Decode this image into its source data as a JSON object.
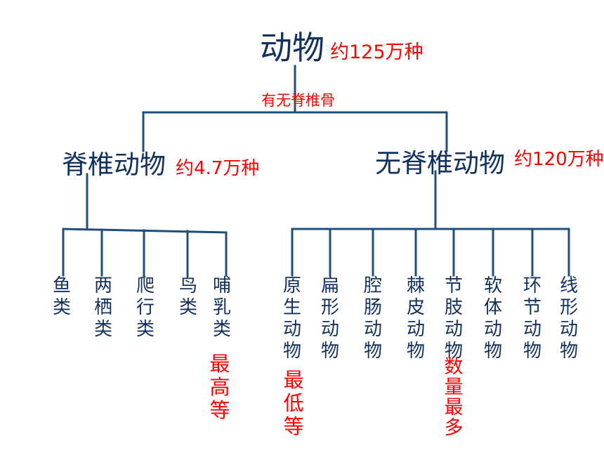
{
  "root": {
    "label": "动物",
    "count": "约125万种"
  },
  "criterion": "有无脊椎骨",
  "vertebrates": {
    "label": "脊椎动物",
    "count": "约4.7万种",
    "children": [
      {
        "text": "鱼类",
        "note": ""
      },
      {
        "text": "两栖类",
        "note": ""
      },
      {
        "text": "爬行类",
        "note": ""
      },
      {
        "text": "鸟类",
        "note": ""
      },
      {
        "text": "哺乳类",
        "note": "最高等"
      }
    ]
  },
  "invertebrates": {
    "label": "无脊椎动物",
    "count": "约120万种",
    "children": [
      {
        "text": "原生动物",
        "note": "最低等"
      },
      {
        "text": "扁形动物",
        "note": ""
      },
      {
        "text": "腔肠动物",
        "note": ""
      },
      {
        "text": "棘皮动物",
        "note": ""
      },
      {
        "text": "节肢动物",
        "note": "数量最多"
      },
      {
        "text": "软体动物",
        "note": ""
      },
      {
        "text": "环节动物",
        "note": ""
      },
      {
        "text": "线形动物",
        "note": ""
      }
    ]
  },
  "colors": {
    "line": "#1f4e79",
    "text": "#12315e",
    "accent": "#ff0000"
  }
}
